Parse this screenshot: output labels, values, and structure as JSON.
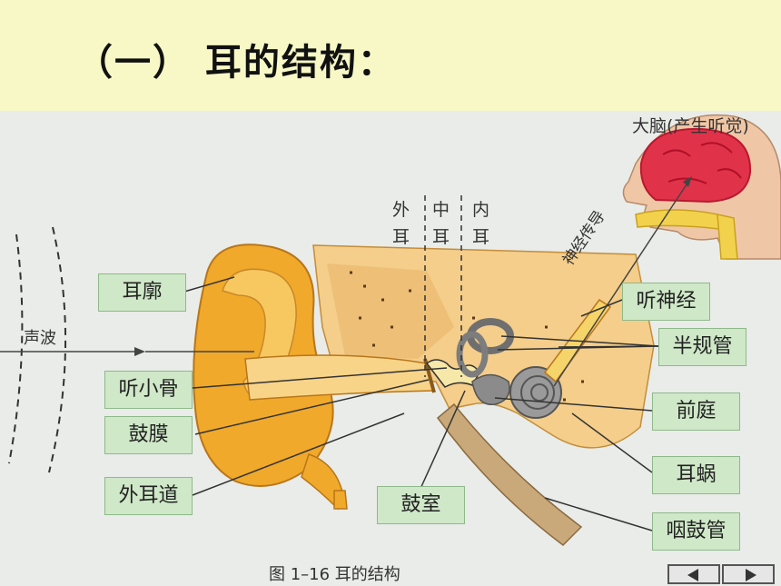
{
  "slide": {
    "title": "（一） 耳的结构："
  },
  "figure": {
    "caption": "图 1–16  耳的结构",
    "brain_label": "大脑(产生听觉)",
    "nerve_path_label": "神经传导",
    "sound_label": "声波",
    "region_outer": "外耳",
    "region_middle": "中耳",
    "region_inner": "内耳",
    "labels": {
      "auricle": "耳廓",
      "ossicles": "听小骨",
      "eardrum": "鼓膜",
      "ear_canal": "外耳道",
      "tympanic_cavity": "鼓室",
      "auditory_nerve": "听神经",
      "semicircular_canals": "半规管",
      "vestibule": "前庭",
      "cochlea": "耳蜗",
      "eustachian_tube": "咽鼓管"
    }
  },
  "nav": {
    "prev_icon": "triangle-left-icon",
    "next_icon": "triangle-right-icon"
  }
}
